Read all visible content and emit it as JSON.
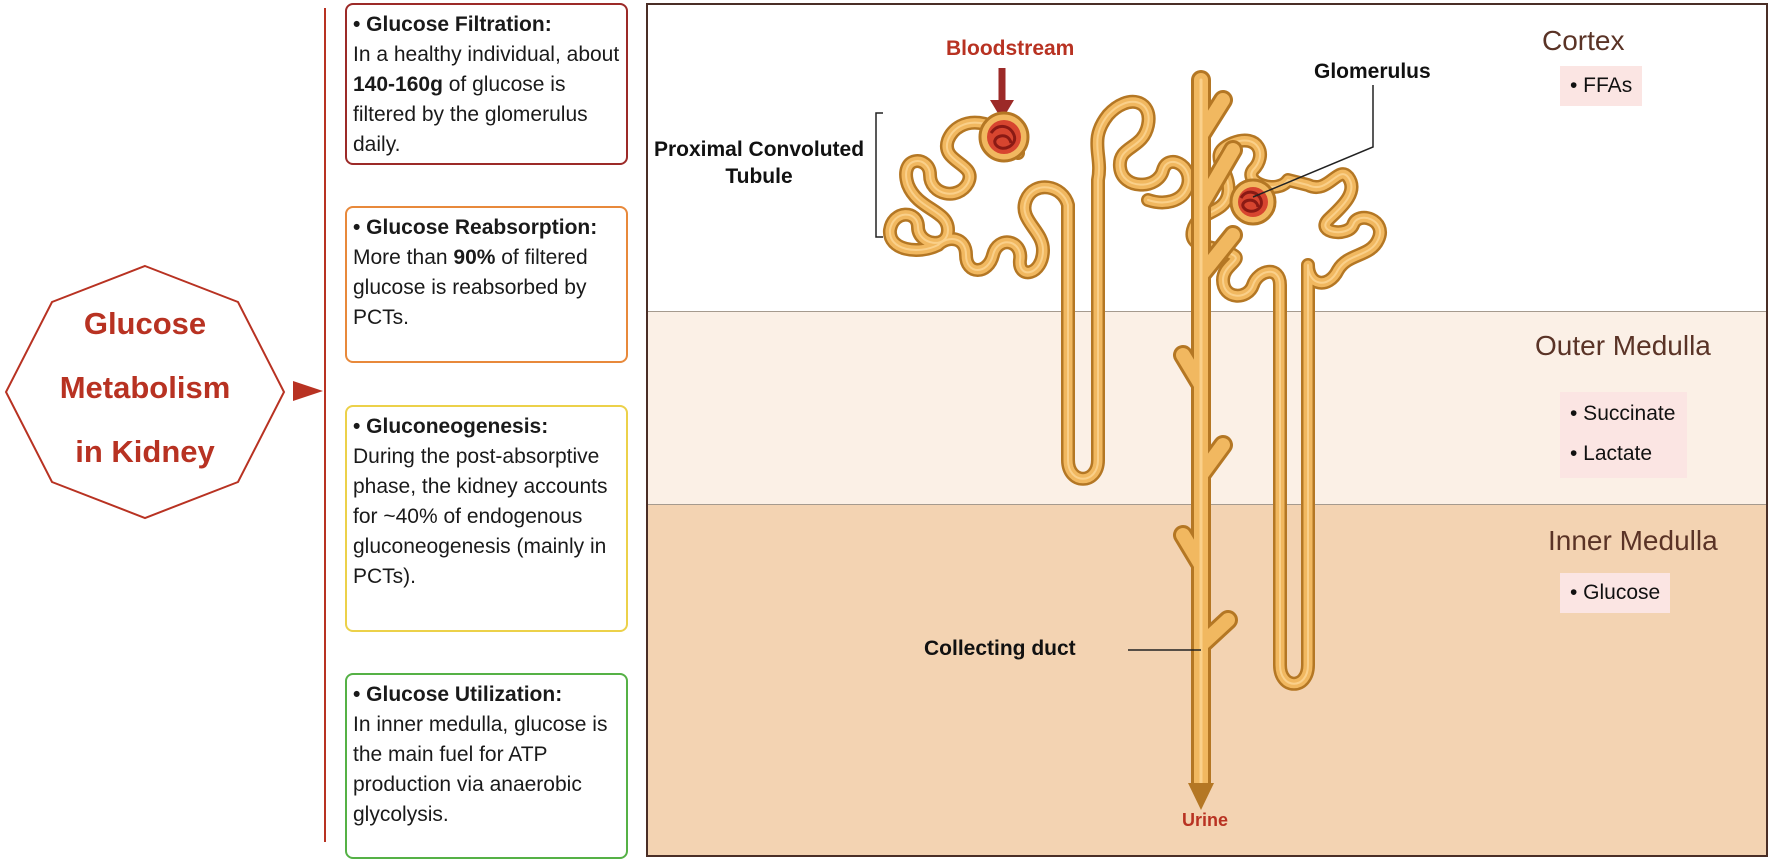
{
  "title": {
    "line1": "Glucose",
    "line2": "Metabolism",
    "line3": "in Kidney"
  },
  "boxes": {
    "filtration": {
      "title": "• Glucose Filtration:",
      "t1": "In a healthy individual, about ",
      "bold": "140-160g",
      "t2": " of glucose is filtered by the glomerulus daily."
    },
    "reabsorption": {
      "title": "• Glucose Reabsorption:",
      "t1": "More than ",
      "bold": "90%",
      "t2": " of filtered glucose is reabsorbed by PCTs."
    },
    "gluconeogenesis": {
      "title": "• Gluconeogenesis:",
      "text": "During the post-absorptive phase, the kidney accounts for ~40% of endogenous gluconeogenesis (mainly in PCTs)."
    },
    "utilization": {
      "title": "• Glucose Utilization:",
      "text": "In inner medulla, glucose is  the main fuel for ATP production via anaerobic glycolysis."
    }
  },
  "zones": {
    "cortex": {
      "name": "Cortex",
      "items": [
        "• FFAs"
      ]
    },
    "outer_medulla": {
      "name": "Outer Medulla",
      "items": [
        "• Succinate",
        "• Lactate"
      ]
    },
    "inner_medulla": {
      "name": "Inner Medulla",
      "items": [
        "• Glucose"
      ]
    }
  },
  "labels": {
    "bloodstream": "Bloodstream",
    "glomerulus": "Glomerulus",
    "pct_line1": "Proximal Convoluted",
    "pct_line2": "Tubule",
    "collecting_duct": "Collecting duct",
    "urine": "Urine"
  },
  "colors": {
    "title_red": "#b83222",
    "tubule": "#e9a140",
    "glomerulus": "#c0271f",
    "border_filtration": "#9c2a28",
    "border_reabsorption": "#e8893b",
    "border_gluconeogenesis": "#ecd14a",
    "border_utilization": "#55b146"
  }
}
